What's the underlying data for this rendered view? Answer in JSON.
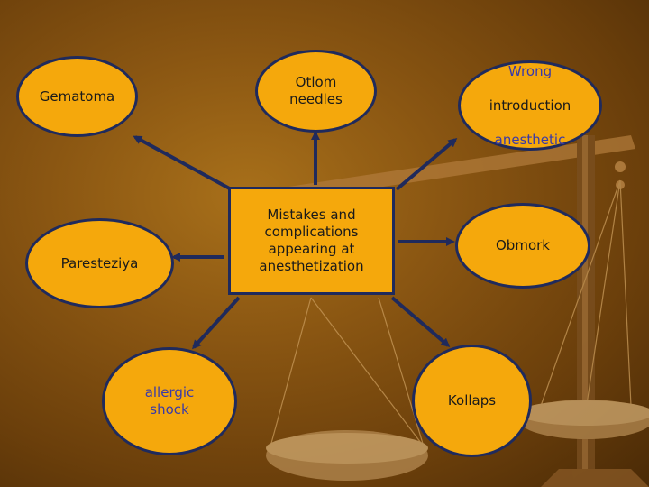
{
  "colors": {
    "node_fill": "#f5a80c",
    "node_border": "#1f2a5c",
    "arrow": "#1f2a5c",
    "text_dark": "#1a1a1a",
    "text_blue": "#3a3aa8"
  },
  "nodes": {
    "center": {
      "label": "Mistakes and\ncomplications\nappearing at\nanesthetization"
    },
    "gematoma": {
      "label": "Gematoma"
    },
    "otlom": {
      "label": "Otlom\nneedles"
    },
    "wrong": {
      "line1": "Wrong",
      "line2": "introduction",
      "line3": "anesthetic"
    },
    "paresteziya": {
      "label": "Paresteziya"
    },
    "obmork": {
      "label": "Obmork"
    },
    "allergic": {
      "label": "allergic\nshock"
    },
    "kollaps": {
      "label": "Kollaps"
    }
  }
}
